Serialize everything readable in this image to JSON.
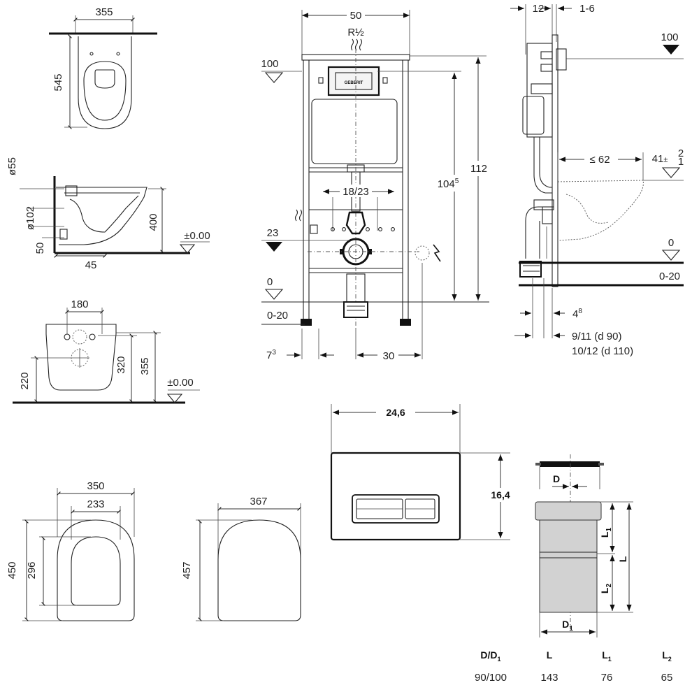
{
  "toilet_top": {
    "width": "355",
    "depth": "545"
  },
  "toilet_side": {
    "pipe_dia": "ø55",
    "outlet_dia": "ø102",
    "height": "400",
    "offset_v": "50",
    "offset_h": "45",
    "level": "±0.00"
  },
  "toilet_front": {
    "bolt_spacing": "180",
    "h_bolt": "220",
    "h_mid": "320",
    "h_total": "355",
    "level": "±0.00"
  },
  "frame_front": {
    "width": "50",
    "water": "R½",
    "level_100": "100",
    "level_23": "23",
    "level_0": "0",
    "floor": "0-20",
    "bolt": "18/23",
    "h_inner": "104",
    "h_inner_sup": "5",
    "h_total": "112",
    "left_off": "7",
    "left_off_sup": "3",
    "right_off": "30",
    "brand": "GEBERIT"
  },
  "frame_side": {
    "top_a": "12",
    "top_b": "1-6",
    "level_100": "100",
    "reach": "≤ 62",
    "level_41": "41",
    "tol_up": "2",
    "tol_down": "1",
    "level_0": "0",
    "floor": "0-20",
    "wall": "4",
    "wall_sup": "8",
    "d90": "9/11  (d 90)",
    "d110": "10/12 (d 110)"
  },
  "plate": {
    "width": "24,6",
    "height": "16,4"
  },
  "seat": {
    "outer_w": "350",
    "inner_w": "233",
    "outer_h": "450",
    "inner_h": "296"
  },
  "lid": {
    "width": "367",
    "height": "457"
  },
  "pipe": {
    "label_d": "D",
    "label_d1": "D",
    "label_d1_sub": "1",
    "label_l": "L",
    "label_l1": "L",
    "label_l1_sub": "1",
    "label_l2": "L",
    "label_l2_sub": "2",
    "table": {
      "headers": [
        {
          "main": "D/D",
          "sub": "1"
        },
        {
          "main": "L",
          "sub": ""
        },
        {
          "main": "L",
          "sub": "1"
        },
        {
          "main": "L",
          "sub": "2"
        }
      ],
      "row": [
        "90/100",
        "143",
        "76",
        "65"
      ]
    }
  }
}
